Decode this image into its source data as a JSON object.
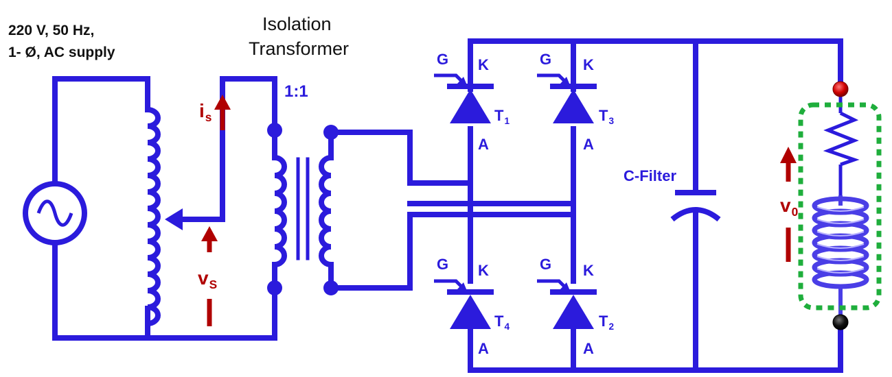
{
  "supply": {
    "line1": "220 V, 50 Hz,",
    "line2": "1- Ø, AC supply"
  },
  "transformer": {
    "line1": "Isolation",
    "line2": "Transformer",
    "ratio": "1:1"
  },
  "current": {
    "label": "i",
    "sub": "s"
  },
  "source_voltage": {
    "label": "v",
    "sub": "S"
  },
  "output_voltage": {
    "label": "v",
    "sub": "0"
  },
  "thyristors": [
    {
      "id": "T",
      "sub": "1",
      "gate": "G",
      "cathode": "K",
      "anode": "A"
    },
    {
      "id": "T",
      "sub": "3",
      "gate": "G",
      "cathode": "K",
      "anode": "A"
    },
    {
      "id": "T",
      "sub": "4",
      "gate": "G",
      "cathode": "K",
      "anode": "A"
    },
    {
      "id": "T",
      "sub": "2",
      "gate": "G",
      "cathode": "K",
      "anode": "A"
    }
  ],
  "filter": {
    "label": "C-Filter"
  },
  "colors": {
    "wire": "#2b1bdc",
    "arrow": "#b00000",
    "load_box": "#1fae3c",
    "text": "#111111"
  }
}
